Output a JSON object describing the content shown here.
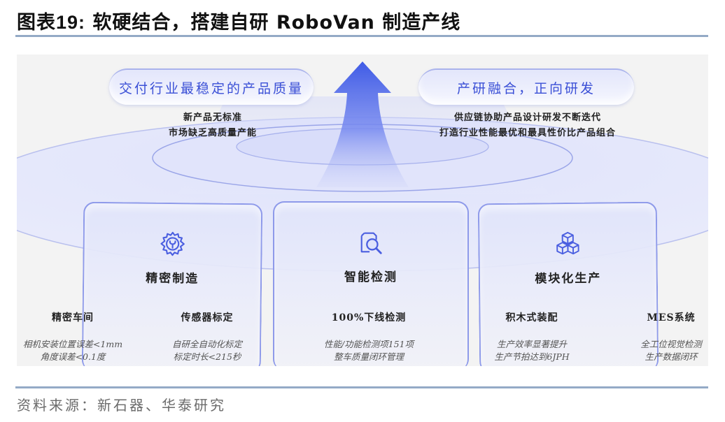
{
  "figure": {
    "title_prefix": "图表",
    "title_number": "19:",
    "title_text": " 软硬结合，搭建自研 RoboVan 制造产线",
    "source": "资料来源：新石器、华泰研究"
  },
  "top": {
    "left_pill": "交付行业最稳定的产品质量",
    "left_desc": [
      "新产品无标准",
      "市场缺乏高质量产能"
    ],
    "right_pill": "产研融合，正向研发",
    "right_desc": [
      "供应链协助产品设计研发不断迭代",
      "打造行业性能最优和最具性价比产品组合"
    ]
  },
  "cards": [
    {
      "title": "精密制造",
      "icon": "gear-wrench-icon"
    },
    {
      "title": "智能检测",
      "icon": "document-search-icon"
    },
    {
      "title": "模块化生产",
      "icon": "cubes-icon"
    }
  ],
  "items": [
    {
      "title": "精密车间",
      "desc": [
        "相机安装位置误差<1mm",
        "角度误差<0.1度"
      ]
    },
    {
      "title": "传感器标定",
      "desc": [
        "自研全自动化标定",
        "标定时长<215秒"
      ]
    },
    {
      "title": "100%下线检测",
      "desc": [
        "性能/功能检测项151项",
        "整车质量闭环管理"
      ]
    },
    {
      "title": "积木式装配",
      "desc": [
        "生产效率显著提升",
        "生产节拍达到6JPH"
      ]
    },
    {
      "title": "MES系统",
      "desc": [
        "全工位视觉检测",
        "生产数据闭环"
      ]
    }
  ],
  "colors": {
    "accent": "#3a4fd6",
    "icon": "#4a5ee0",
    "rule": "#94aac6",
    "panel_bg": "#f3f3f3"
  }
}
